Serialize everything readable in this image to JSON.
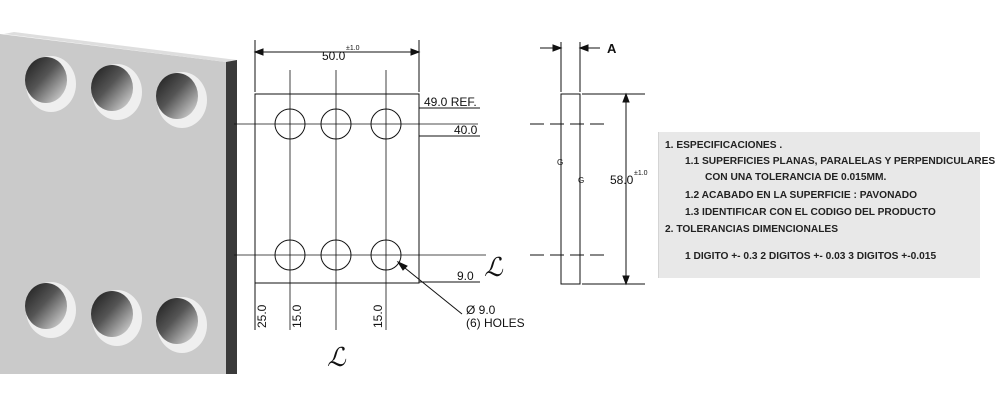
{
  "dimensions": {
    "width": "50.0",
    "width_tol": "±1.0",
    "thickness_label": "A",
    "height": "58.0",
    "height_tol": "±1.0",
    "ref": "49.0 REF.",
    "row_top": "40.0",
    "row_bottom": "9.0",
    "col_left_offset": "25.0",
    "col_pitch_1": "15.0",
    "col_pitch_2": "15.0",
    "hole_diameter": "Ø 9.0",
    "hole_count": "(6) HOLES",
    "center_mark": "ℒ",
    "g_mark": "G"
  },
  "specs": {
    "title": "1.   ESPECIFICACIONES .",
    "s1a": "1.1 SUPERFICIES PLANAS, PARALELAS Y PERPENDICULARES",
    "s1b": "CON UNA TOLERANCIA DE 0.015MM.",
    "s2": "1.2 ACABADO EN LA SUPERFICIE : PAVONADO",
    "s3": "1.3 IDENTIFICAR CON EL CODIGO DEL PRODUCTO",
    "title2": "2.   TOLERANCIAS DIMENCIONALES",
    "tol": "1 DIGITO +- 0.3    2 DIGITOS +- 0.03    3 DIGITOS +-0.015"
  },
  "colors": {
    "plate": "#c8c8c8",
    "plate_edge": "#3c3c3c",
    "hole": "#f2f2f2",
    "line": "#111111"
  }
}
